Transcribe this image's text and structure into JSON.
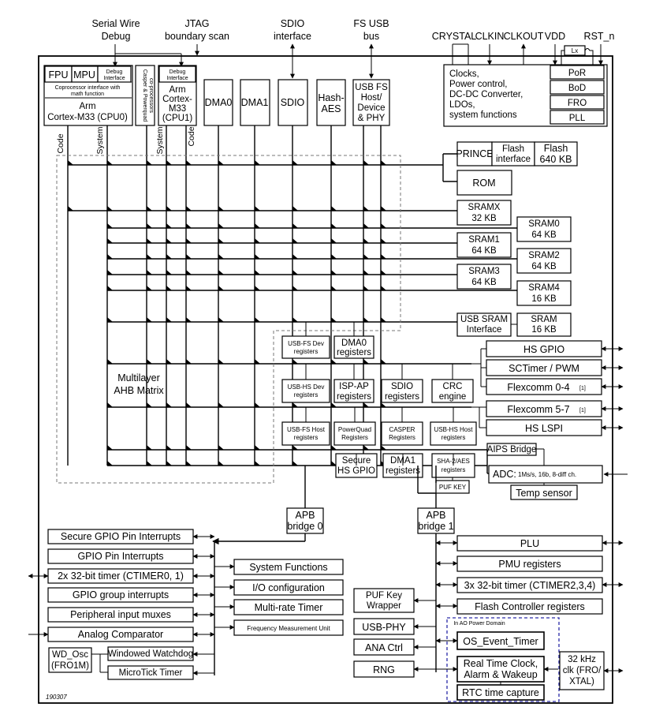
{
  "top": {
    "swd": [
      "Serial Wire",
      "Debug"
    ],
    "jtag": [
      "JTAG",
      "boundary scan"
    ],
    "sdio": [
      "SDIO",
      "interface"
    ],
    "fsusb": [
      "FS USB",
      "bus"
    ],
    "crystal": "CRYSTAL",
    "clkin": "CLKIN",
    "clkout": "CLKOUT",
    "vdd": "VDD",
    "rst": "RST_n",
    "lx": "Lx"
  },
  "cpu0": {
    "fpu": "FPU",
    "mpu": "MPU",
    "debug": [
      "Debug",
      "Interface"
    ],
    "coproc": [
      "Coprocessor interface with",
      "math function"
    ],
    "core": [
      "Arm",
      "Cortex-M33 (CPU0)"
    ]
  },
  "casper": [
    "Casper & Powerquad",
    "co-processors"
  ],
  "cpu1": {
    "debug": [
      "Debug",
      "Interface"
    ],
    "core": [
      "Arm",
      "Cortex-",
      "M33",
      "(CPU1)"
    ]
  },
  "masters": {
    "dma0": "DMA0",
    "dma1": "DMA1",
    "sdio": "SDIO",
    "hash": [
      "Hash-",
      "AES"
    ],
    "usbfs": [
      "USB FS",
      "Host/",
      "Device",
      "& PHY"
    ]
  },
  "busnames": {
    "code": "Code",
    "system": "System"
  },
  "clocks": {
    "text": [
      "Clocks,",
      "Power control,",
      "DC-DC Converter,",
      "LDOs,",
      "system functions"
    ],
    "por": "PoR",
    "bod": "BoD",
    "fro": "FRO",
    "pll": "PLL"
  },
  "memory": {
    "prince": "PRINCE",
    "flash_if": [
      "Flash",
      "interface"
    ],
    "flash": [
      "Flash",
      "640 KB"
    ],
    "rom": "ROM",
    "sramx": [
      "SRAMX",
      "32 KB"
    ],
    "sram0": [
      "SRAM0",
      "64 KB"
    ],
    "sram1": [
      "SRAM1",
      "64 KB"
    ],
    "sram2": [
      "SRAM2",
      "64 KB"
    ],
    "sram3": [
      "SRAM3",
      "64 KB"
    ],
    "sram4": [
      "SRAM4",
      "16 KB"
    ],
    "usbsram_if": [
      "USB SRAM",
      "Interface"
    ],
    "usbsram": [
      "SRAM",
      "16 KB"
    ]
  },
  "matrix": [
    "Multilayer",
    "AHB Matrix"
  ],
  "regs": {
    "usbfsdev": [
      "USB-FS  Dev",
      "registers"
    ],
    "dma0": [
      "DMA0",
      "registers"
    ],
    "usbhsdev": [
      "USB-HS Dev",
      "registers"
    ],
    "ispap": [
      "ISP-AP",
      "registers"
    ],
    "sdio": [
      "SDIO",
      "registers"
    ],
    "crc": [
      "CRC",
      "engine"
    ],
    "usbfshost": [
      "USB-FS Host",
      "registers"
    ],
    "powerquad": [
      "PowerQuad",
      "Registers"
    ],
    "casper": [
      "CASPER",
      "Registers"
    ],
    "usbhshost": [
      "USB-HS Host",
      "registers"
    ],
    "securegpio": [
      "Secure",
      "HS GPIO"
    ],
    "dma1": [
      "DMA1",
      "registers"
    ],
    "sha2aes": [
      "SHA-2/AES",
      "registers"
    ],
    "pufkey": "PUF KEY"
  },
  "ahbperiph": {
    "hsgpio": "HS GPIO",
    "sctimer": "SCTimer / PWM",
    "flexcomm04": "Flexcomm 0-4",
    "flexcomm57": "Flexcomm 5-7",
    "note": "[1]",
    "hslspi": "HS LSPI",
    "aips": "AIPS Bridge",
    "adc_label": "ADC:",
    "adc_desc": "1Ms/s, 16b, 8-diff ch.",
    "tempsensor": "Temp sensor"
  },
  "apb0": {
    "bridge": [
      "APB",
      "bridge 0"
    ],
    "left": [
      "Secure GPIO Pin Interrupts",
      "GPIO Pin Interrupts",
      "2x 32-bit timer (CTIMER0, 1)",
      "GPIO group interrupts",
      "Peripheral input muxes",
      "Analog Comparator"
    ],
    "mid": [
      "System Functions",
      "I/O configuration",
      "Multi-rate Timer",
      "Frequency Measurement Unit"
    ],
    "wdosc": [
      "WD_Osc",
      "(FRO1M)"
    ],
    "wwdt": "Windowed Watchdog",
    "microtick": "MicroTick Timer"
  },
  "apb1": {
    "bridge": [
      "APB",
      "bridge 1"
    ],
    "right": [
      "PLU",
      "PMU registers",
      "3x 32-bit timer (CTIMER2,3,4)",
      "Flash Controller registers"
    ],
    "pufwrap": [
      "PUF Key",
      "Wrapper"
    ],
    "usbphy": "USB-PHY",
    "anactrl": "ANA Ctrl",
    "rng": "RNG",
    "aodomain": "In AO Power Domain",
    "ostimer": "OS_Event_Timer",
    "rtc": [
      "Real Time Clock,",
      "Alarm & Wakeup"
    ],
    "rtccap": "RTC time capture",
    "clk32k": [
      "32 kHz",
      "clk (FRO/",
      "XTAL)"
    ]
  },
  "figid": "190307"
}
